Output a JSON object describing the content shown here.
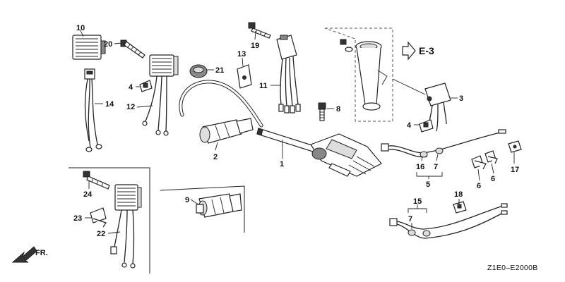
{
  "labels": {
    "p1": "1",
    "p2": "2",
    "p3": "3",
    "p4a": "4",
    "p4b": "4",
    "p5a": "5",
    "p6a": "6",
    "p6b": "6",
    "p7a": "7",
    "p7b": "7",
    "p8": "8",
    "p9": "9",
    "p10": "10",
    "p11": "11",
    "p12": "12",
    "p13": "13",
    "p14": "14",
    "p15": "15",
    "p16": "16",
    "p17": "17",
    "p18": "18",
    "p19": "19",
    "p20": "20",
    "p21": "21",
    "p22": "22",
    "p23": "23",
    "p24": "24"
  },
  "reference": "E-3",
  "front_marker": "FR.",
  "diagram_code": "Z1E0–E2000B"
}
